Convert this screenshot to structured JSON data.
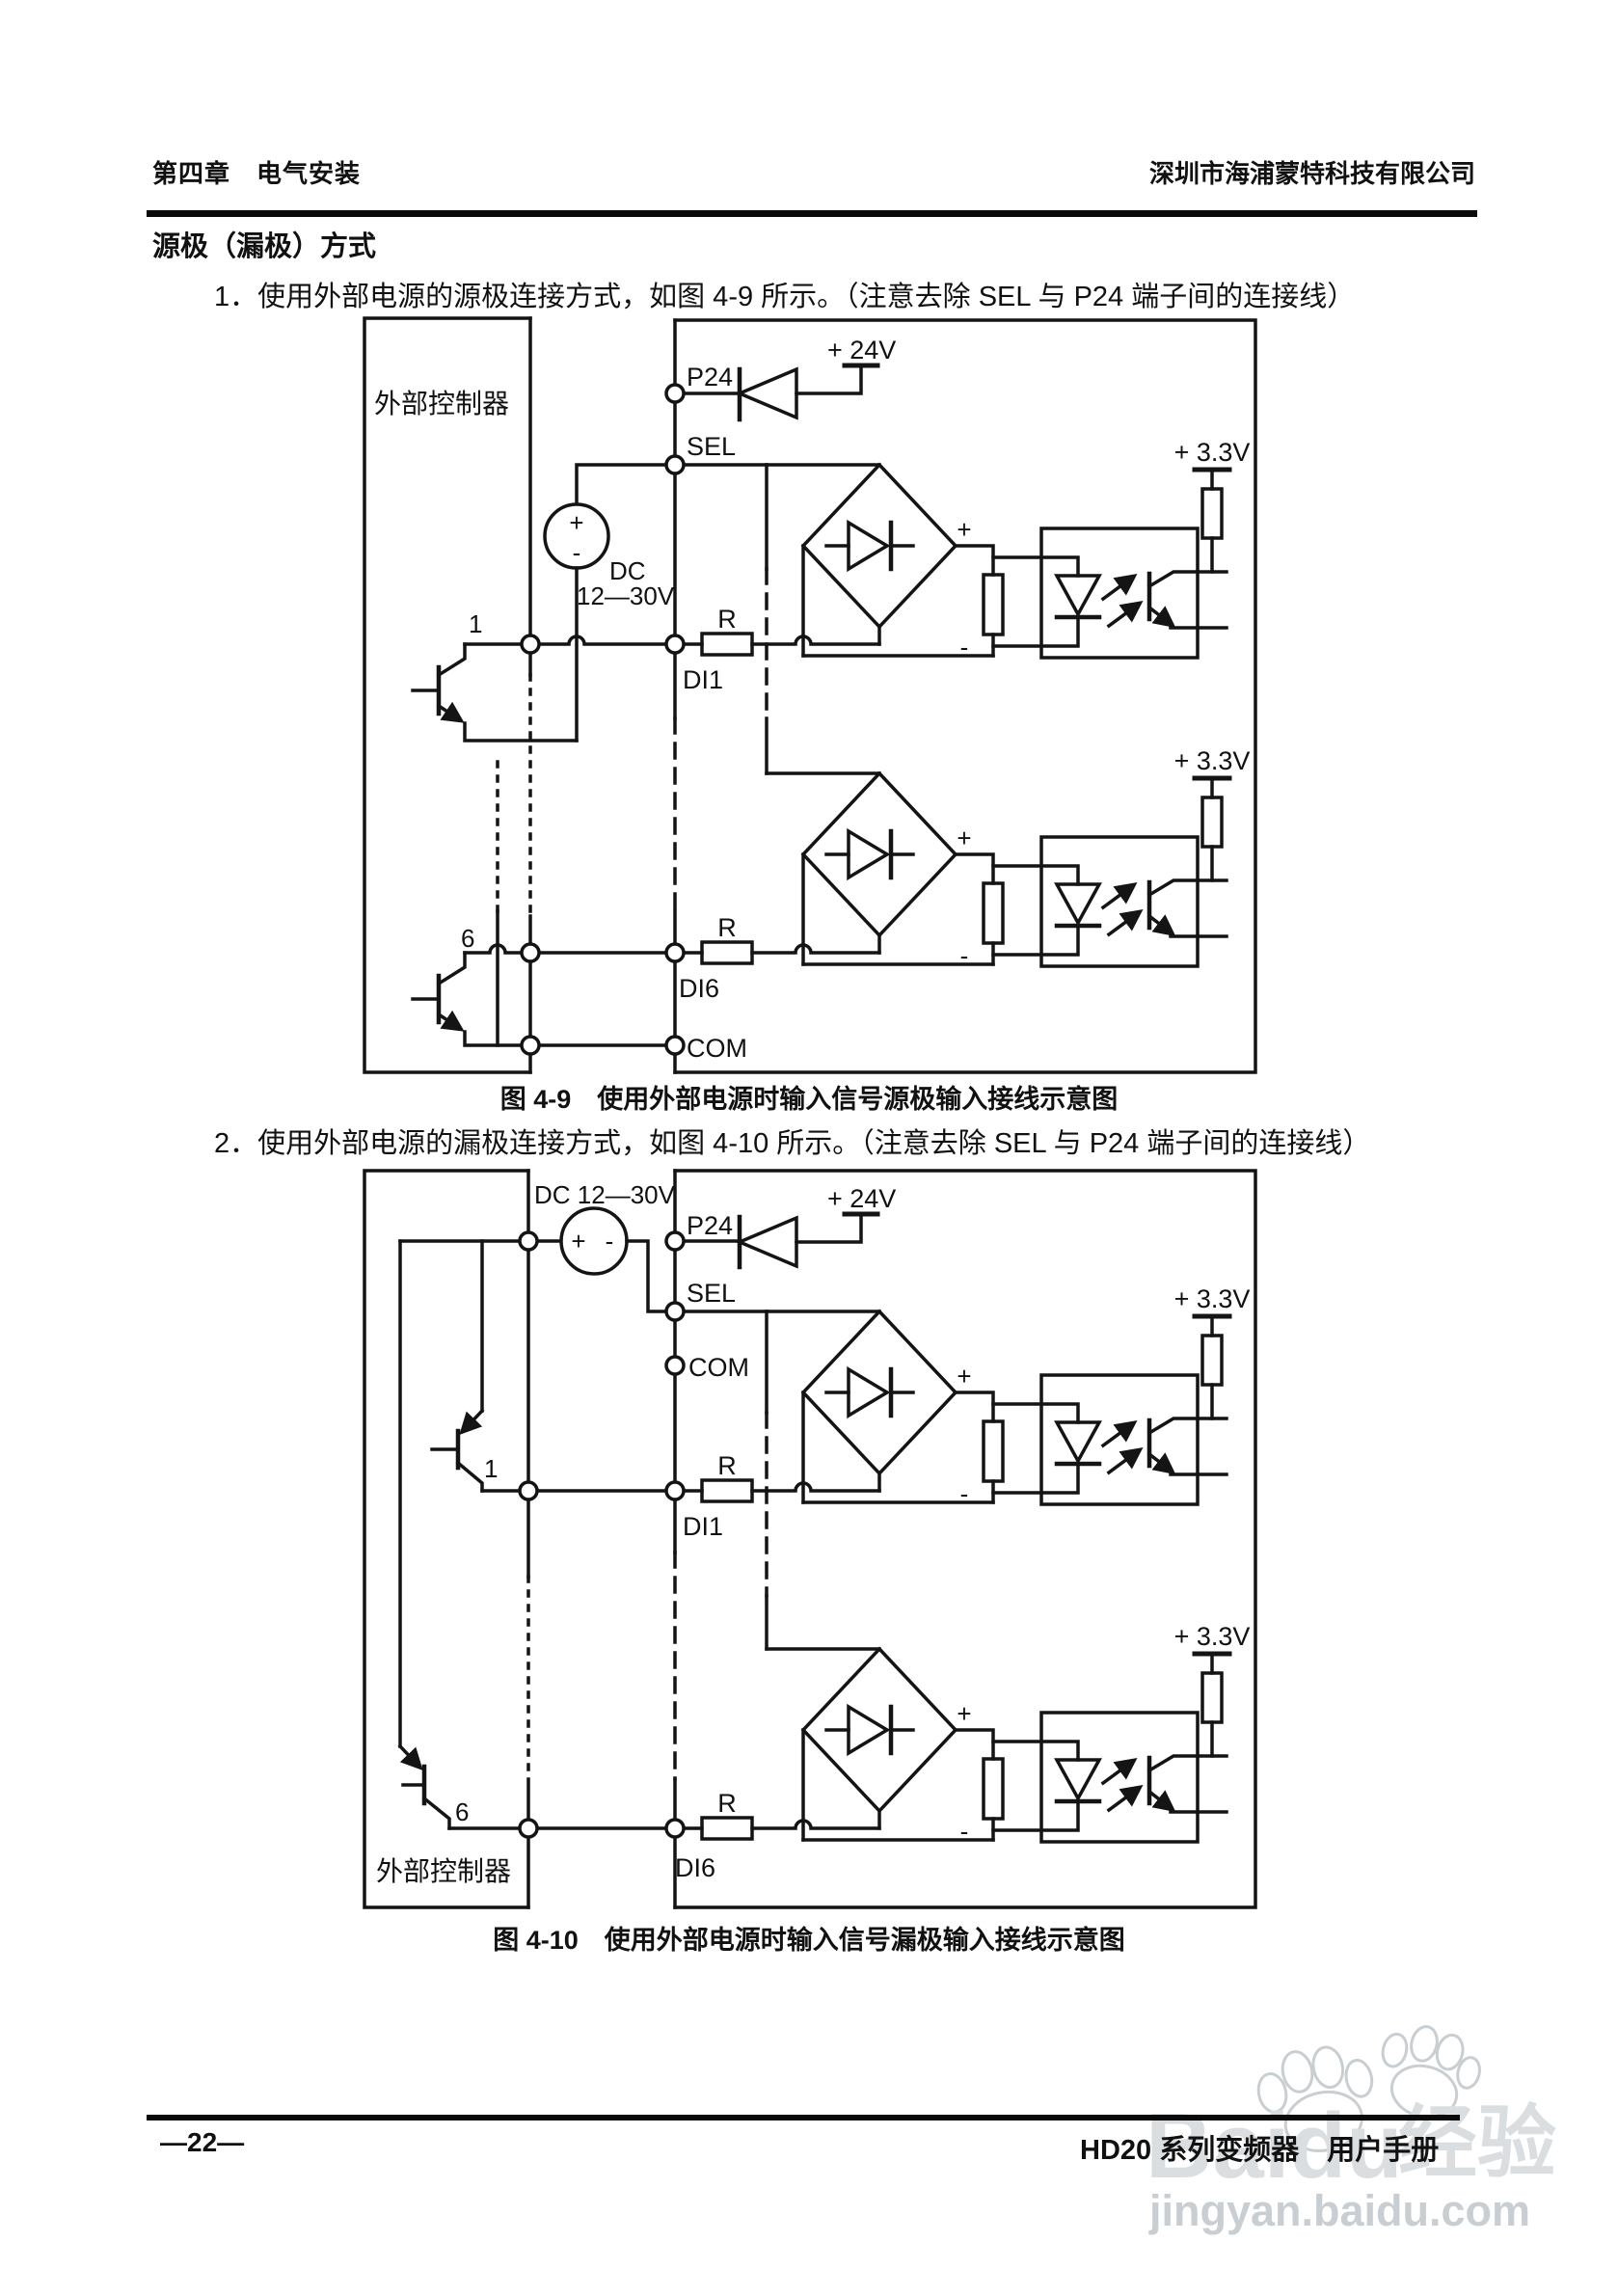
{
  "page": {
    "header": {
      "chapter": "第四章　电气安装",
      "company": "深圳市海浦蒙特科技有限公司"
    },
    "section_title": "源极（漏极）方式",
    "items": [
      {
        "text": "1．使用外部电源的源极连接方式，如图 4-9 所示。（注意去除 SEL 与 P24 端子间的连接线）"
      },
      {
        "text": "2．使用外部电源的漏极连接方式，如图 4-10 所示。（注意去除 SEL 与 P24 端子间的连接线）"
      }
    ],
    "figures": [
      {
        "caption": "图 4-9　使用外部电源时输入信号源极输入接线示意图"
      },
      {
        "caption": "图 4-10　使用外部电源时输入信号漏极输入接线示意图"
      }
    ],
    "footer": {
      "page_number": "—22—",
      "manual": "HD20 系列变频器　用户手册"
    },
    "watermark": {
      "brand_latin": "Baidu",
      "brand_cjk": "经验",
      "url": "jingyan.baidu.com"
    }
  },
  "diagram": {
    "controller": "外部控制器",
    "p24": "P24",
    "sel": "SEL",
    "com": "COM",
    "di1": "DI1",
    "di6": "DI6",
    "r": "R",
    "plus": "+",
    "minus": "-",
    "v24": "+ 24V",
    "v33": "+ 3.3V",
    "dc": "DC",
    "dc_range": "12—30V",
    "dc_combined": "DC 12—30V",
    "t1": "1",
    "t6": "6",
    "line_color": "#141414"
  }
}
